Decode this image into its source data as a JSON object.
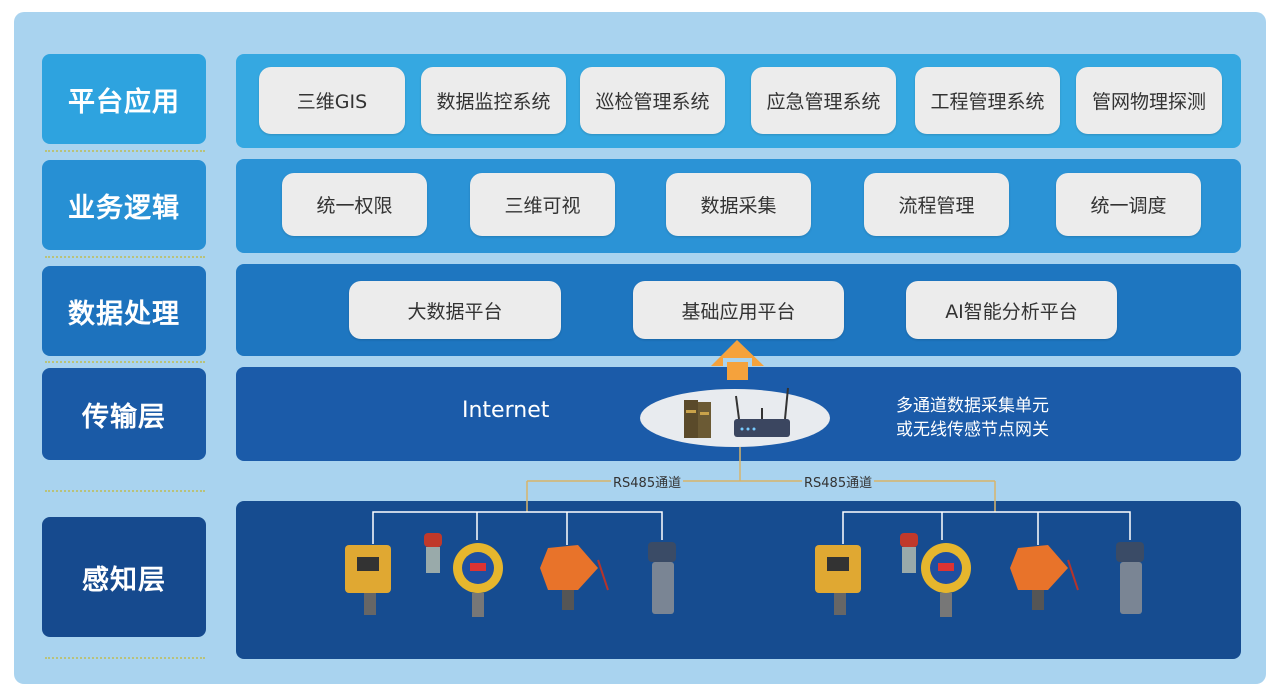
{
  "layers": [
    {
      "label": "平台应用",
      "color": "#2ea3df",
      "band_color": "#35a8e1",
      "items": [
        "三维GIS",
        "数据监控系统",
        "巡检管理系统",
        "应急管理系统",
        "工程管理系统",
        "管网物理探测"
      ]
    },
    {
      "label": "业务逻辑",
      "color": "#2790d4",
      "band_color": "#2b93d6",
      "items": [
        "统一权限",
        "三维可视",
        "数据采集",
        "流程管理",
        "统一调度"
      ]
    },
    {
      "label": "数据处理",
      "color": "#1d72bd",
      "band_color": "#1e76c0",
      "items": [
        "大数据平台",
        "基础应用平台",
        "AI智能分析平台"
      ]
    },
    {
      "label": "传输层",
      "color": "#1a5aa6",
      "band_color": "#1b5ba9"
    },
    {
      "label": "感知层",
      "color": "#164a8e",
      "band_color": "#164c90"
    }
  ],
  "transport": {
    "internet": "Internet",
    "gateway_line1": "多通道数据采集单元",
    "gateway_line2": "或无线传感节点网关"
  },
  "channels": [
    "RS485通道",
    "RS485通道"
  ],
  "colors": {
    "frame": "#a9d3ef",
    "arrow": "#f5a23c",
    "wire": "#d8b46a",
    "sensor_line": "#ffffff"
  }
}
